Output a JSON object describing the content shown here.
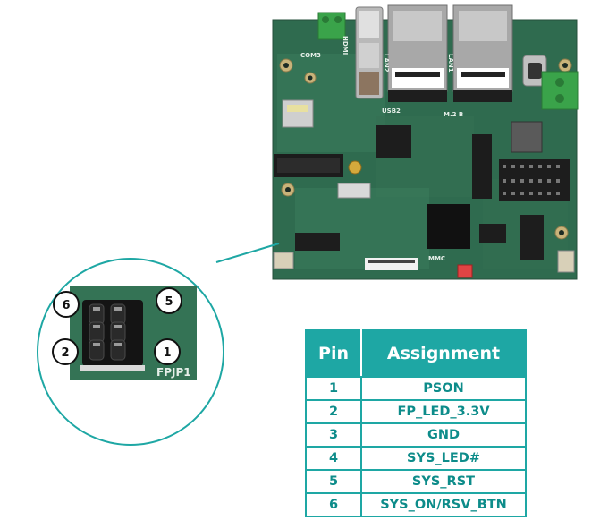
{
  "table": {
    "headers": {
      "pin": "Pin",
      "assignment": "Assignment"
    },
    "rows": [
      {
        "pin": "1",
        "assignment": "PSON"
      },
      {
        "pin": "2",
        "assignment": "FP_LED_3.3V"
      },
      {
        "pin": "3",
        "assignment": "GND"
      },
      {
        "pin": "4",
        "assignment": "SYS_LED#"
      },
      {
        "pin": "5",
        "assignment": "SYS_RST"
      },
      {
        "pin": "6",
        "assignment": "SYS_ON/RSV_BTN"
      }
    ]
  },
  "callout": {
    "connector_label": "FPJP1",
    "pins": [
      "6",
      "5",
      "2",
      "1"
    ]
  },
  "board": {
    "silkscreen": [
      "COM3",
      "HDMI",
      "LAN2",
      "LAN1",
      "USB2",
      "M.2 B",
      "MMC"
    ]
  },
  "colors": {
    "accent": "#1ea7a4",
    "table_text": "#0d8c8a",
    "pcb": "#2f6b4f"
  }
}
